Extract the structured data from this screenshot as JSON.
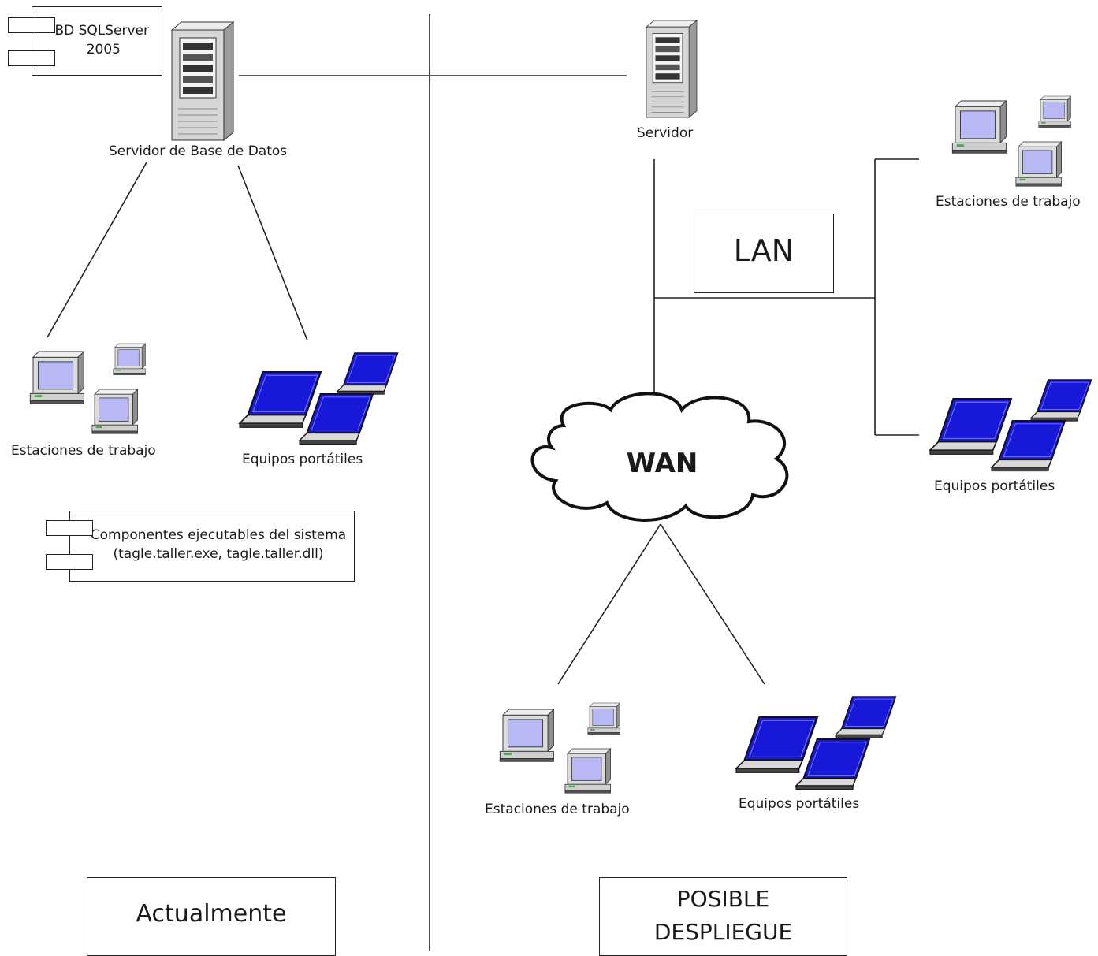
{
  "db_component": {
    "line1": "BD SQLServer",
    "line2": "2005"
  },
  "left": {
    "server_label": "Servidor de Base de Datos",
    "workstations_label": "Estaciones de trabajo",
    "laptops_label": "Equipos portátiles",
    "exe_component": {
      "line1": "Componentes ejecutables del sistema",
      "line2": "(tagle.taller.exe, tagle.taller.dll)"
    },
    "caption": "Actualmente"
  },
  "right": {
    "server_label": "Servidor",
    "lan_label": "LAN",
    "lan_workstations_label": "Estaciones de trabajo",
    "lan_laptops_label": "Equipos portátiles",
    "wan_label": "WAN",
    "wan_workstations_label": "Estaciones de trabajo",
    "wan_laptops_label": "Equipos portátiles",
    "caption_line1": "POSIBLE",
    "caption_line2": "DESPLIEGUE"
  },
  "colors": {
    "screen": "#b8b8f4",
    "laptop_screen": "#1818d8",
    "line": "#222222",
    "case": "#d4d4d4"
  }
}
